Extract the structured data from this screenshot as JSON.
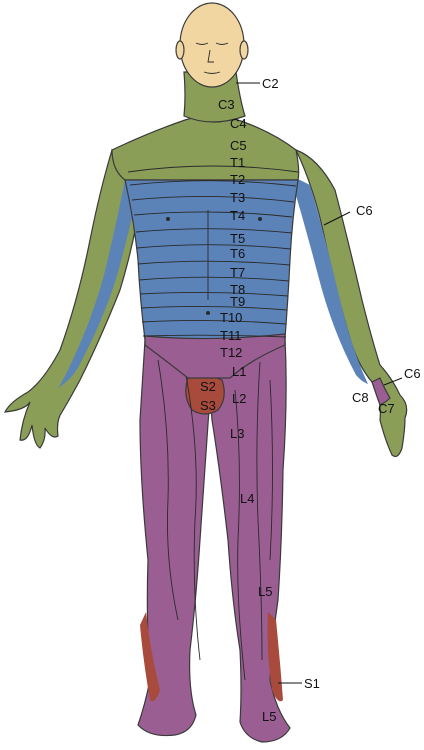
{
  "colors": {
    "skin": "#f2d6a2",
    "cervical": "#8a9e58",
    "thoracic": "#5b83b8",
    "lumbar": "#9b5e93",
    "sacral": "#a84a3c",
    "outline": "#3a3a3a"
  },
  "labels": {
    "c2": "C2",
    "c3": "C3",
    "c4": "C4",
    "c5": "C5",
    "c6_arm": "C6",
    "c6_hand": "C6",
    "c7": "C7",
    "c8": "C8",
    "t1": "T1",
    "t2": "T2",
    "t3": "T3",
    "t4": "T4",
    "t5": "T5",
    "t6": "T6",
    "t7": "T7",
    "t8": "T8",
    "t9": "T9",
    "t10": "T10",
    "t11": "T11",
    "t12": "T12",
    "l1": "L1",
    "l2": "L2",
    "l3": "L3",
    "l4": "L4",
    "l5_leg": "L5",
    "l5_foot": "L5",
    "s1": "S1",
    "s2": "S2",
    "s3": "S3"
  }
}
